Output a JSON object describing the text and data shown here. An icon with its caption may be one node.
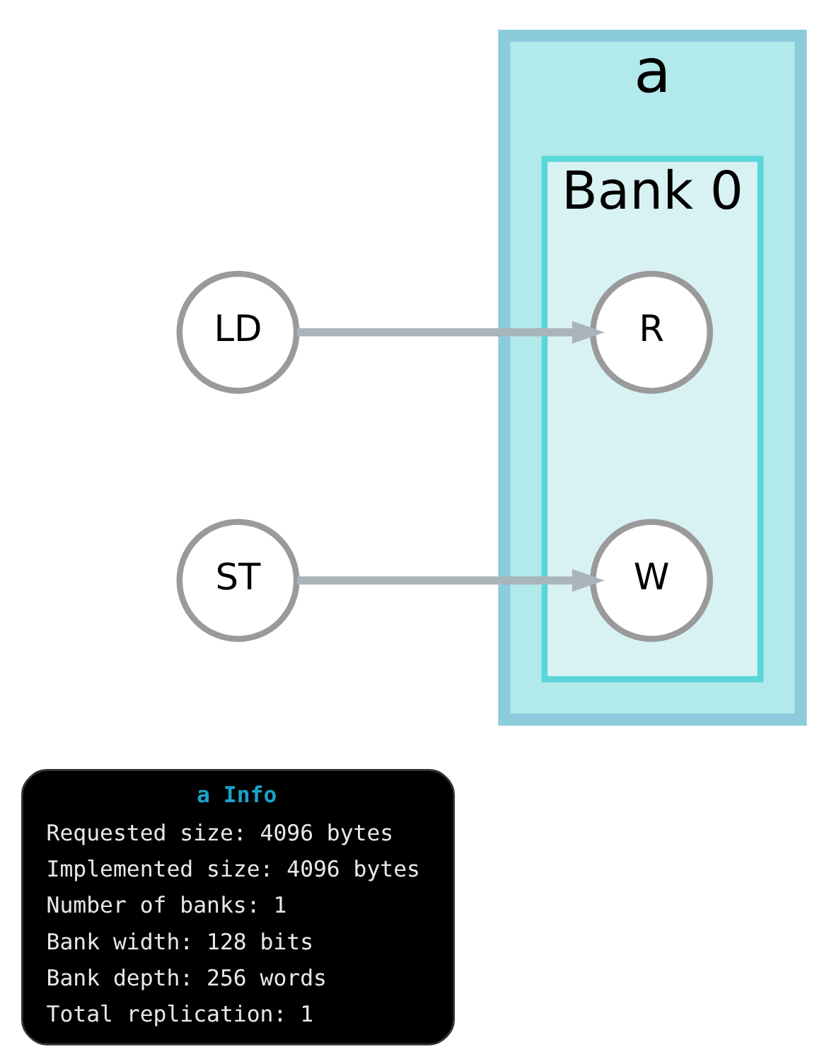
{
  "diagram": {
    "nodes": [
      {
        "text": [
          "a Info",
          "Requested size: 4096 bytes",
          "Implemented size: 4096 bytes",
          "Number of banks: 1",
          "Bank width: 128 bits",
          "Bank depth: 256 words",
          "Total replication: 1"
        ]
      },
      {
        "text": [
          "a"
        ]
      },
      {
        "text": [
          "Bank 0"
        ],
        "in": 1
      },
      {
        "text": [
          "R"
        ],
        "in": 2
      },
      {
        "text": [
          "W"
        ],
        "in": 2
      },
      {
        "text": [
          "LD"
        ]
      },
      {
        "text": [
          "ST"
        ]
      }
    ],
    "edges": [
      {
        "from": 5,
        "to": 3,
        "arrow": "to"
      },
      {
        "from": 6,
        "to": 4,
        "arrow": "to"
      }
    ]
  }
}
